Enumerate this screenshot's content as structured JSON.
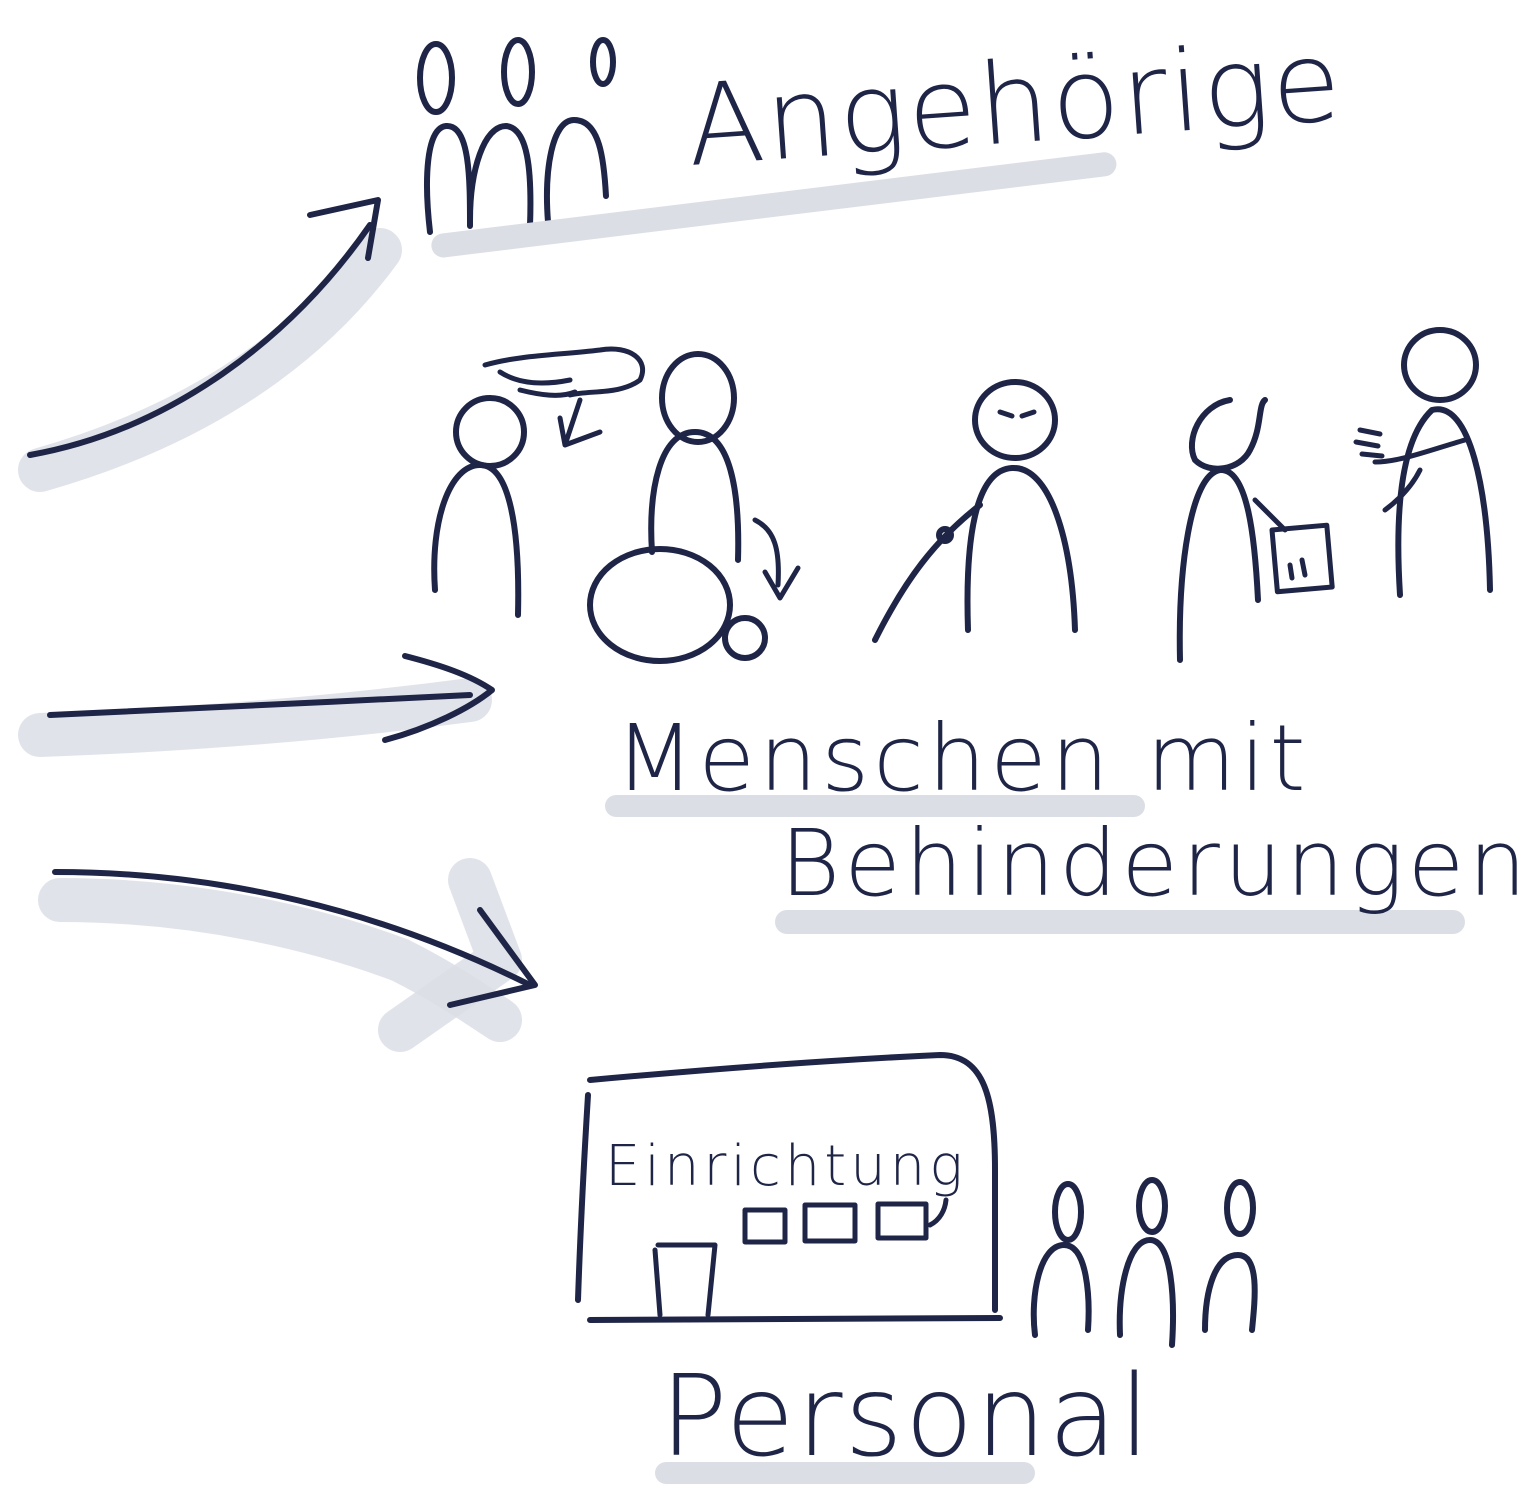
{
  "colors": {
    "ink": "#1f2546",
    "shadow": "#dcdee6",
    "background": "#ffffff"
  },
  "groups": {
    "relatives": {
      "label": "Angehörige",
      "icon": "three-people-icon"
    },
    "people_with_disabilities": {
      "label_line1": "Menschen mit",
      "label_line2": "Behinderungen",
      "icons": [
        "person-thinking-icon",
        "wheelchair-user-icon",
        "blind-person-cane-icon",
        "person-with-tablet-icon",
        "person-signing-icon"
      ]
    },
    "staff": {
      "label": "Personal",
      "building_label": "Einrichtung",
      "icons": [
        "facility-building-icon",
        "three-staff-icon"
      ]
    }
  },
  "arrows": [
    "arrow-to-relatives",
    "arrow-to-people-with-disabilities",
    "arrow-to-staff"
  ]
}
